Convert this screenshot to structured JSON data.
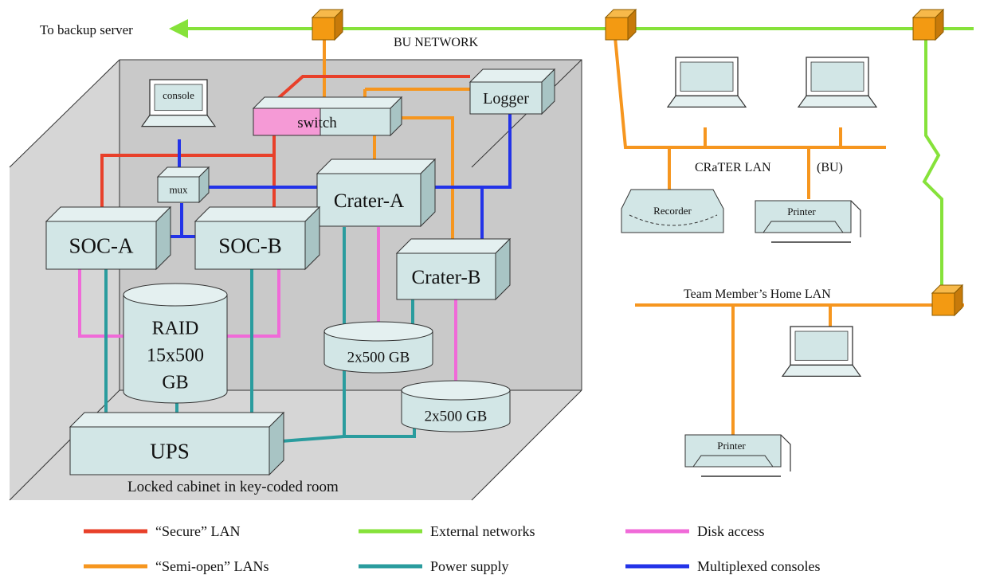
{
  "colors": {
    "secure_lan": "#e8402a",
    "external": "#86e23a",
    "disk": "#f06ad8",
    "semi_open": "#f6961f",
    "power": "#2a9c9e",
    "console": "#2333e8",
    "box_face": "#d2e6e6",
    "box_top": "#e4f0f0",
    "box_side": "#a8c4c4",
    "switch_pink": "#f59ad6",
    "cabinet": "#c9c9c9",
    "cabinet_back": "#b5b5b5",
    "hub": "#f39a12"
  },
  "labels": {
    "backup": "To backup server",
    "bu_network": "BU NETWORK",
    "crater_lan": "CRaTER LAN",
    "bu": "(BU)",
    "home_lan": "Team Member’s Home LAN",
    "cabinet": "Locked cabinet in key-coded room",
    "recorder": "Recorder",
    "printer1": "Printer",
    "printer2": "Printer"
  },
  "devices": {
    "logger": "Logger",
    "switch": "switch",
    "console": "console",
    "mux": "mux",
    "crater_a": "Crater-A",
    "crater_b": "Crater-B",
    "soc_a": "SOC-A",
    "soc_b": "SOC-B",
    "raid_1": "RAID",
    "raid_2": "15x500",
    "raid_3": "GB",
    "disk1": "2x500 GB",
    "disk2": "2x500 GB",
    "ups": "UPS"
  },
  "legend": [
    {
      "label": "“Secure” LAN",
      "color_key": "secure_lan"
    },
    {
      "label": "External networks",
      "color_key": "external"
    },
    {
      "label": "Disk access",
      "color_key": "disk"
    },
    {
      "label": "“Semi-open” LANs",
      "color_key": "semi_open"
    },
    {
      "label": "Power supply",
      "color_key": "power"
    },
    {
      "label": "Multiplexed consoles",
      "color_key": "console"
    }
  ]
}
